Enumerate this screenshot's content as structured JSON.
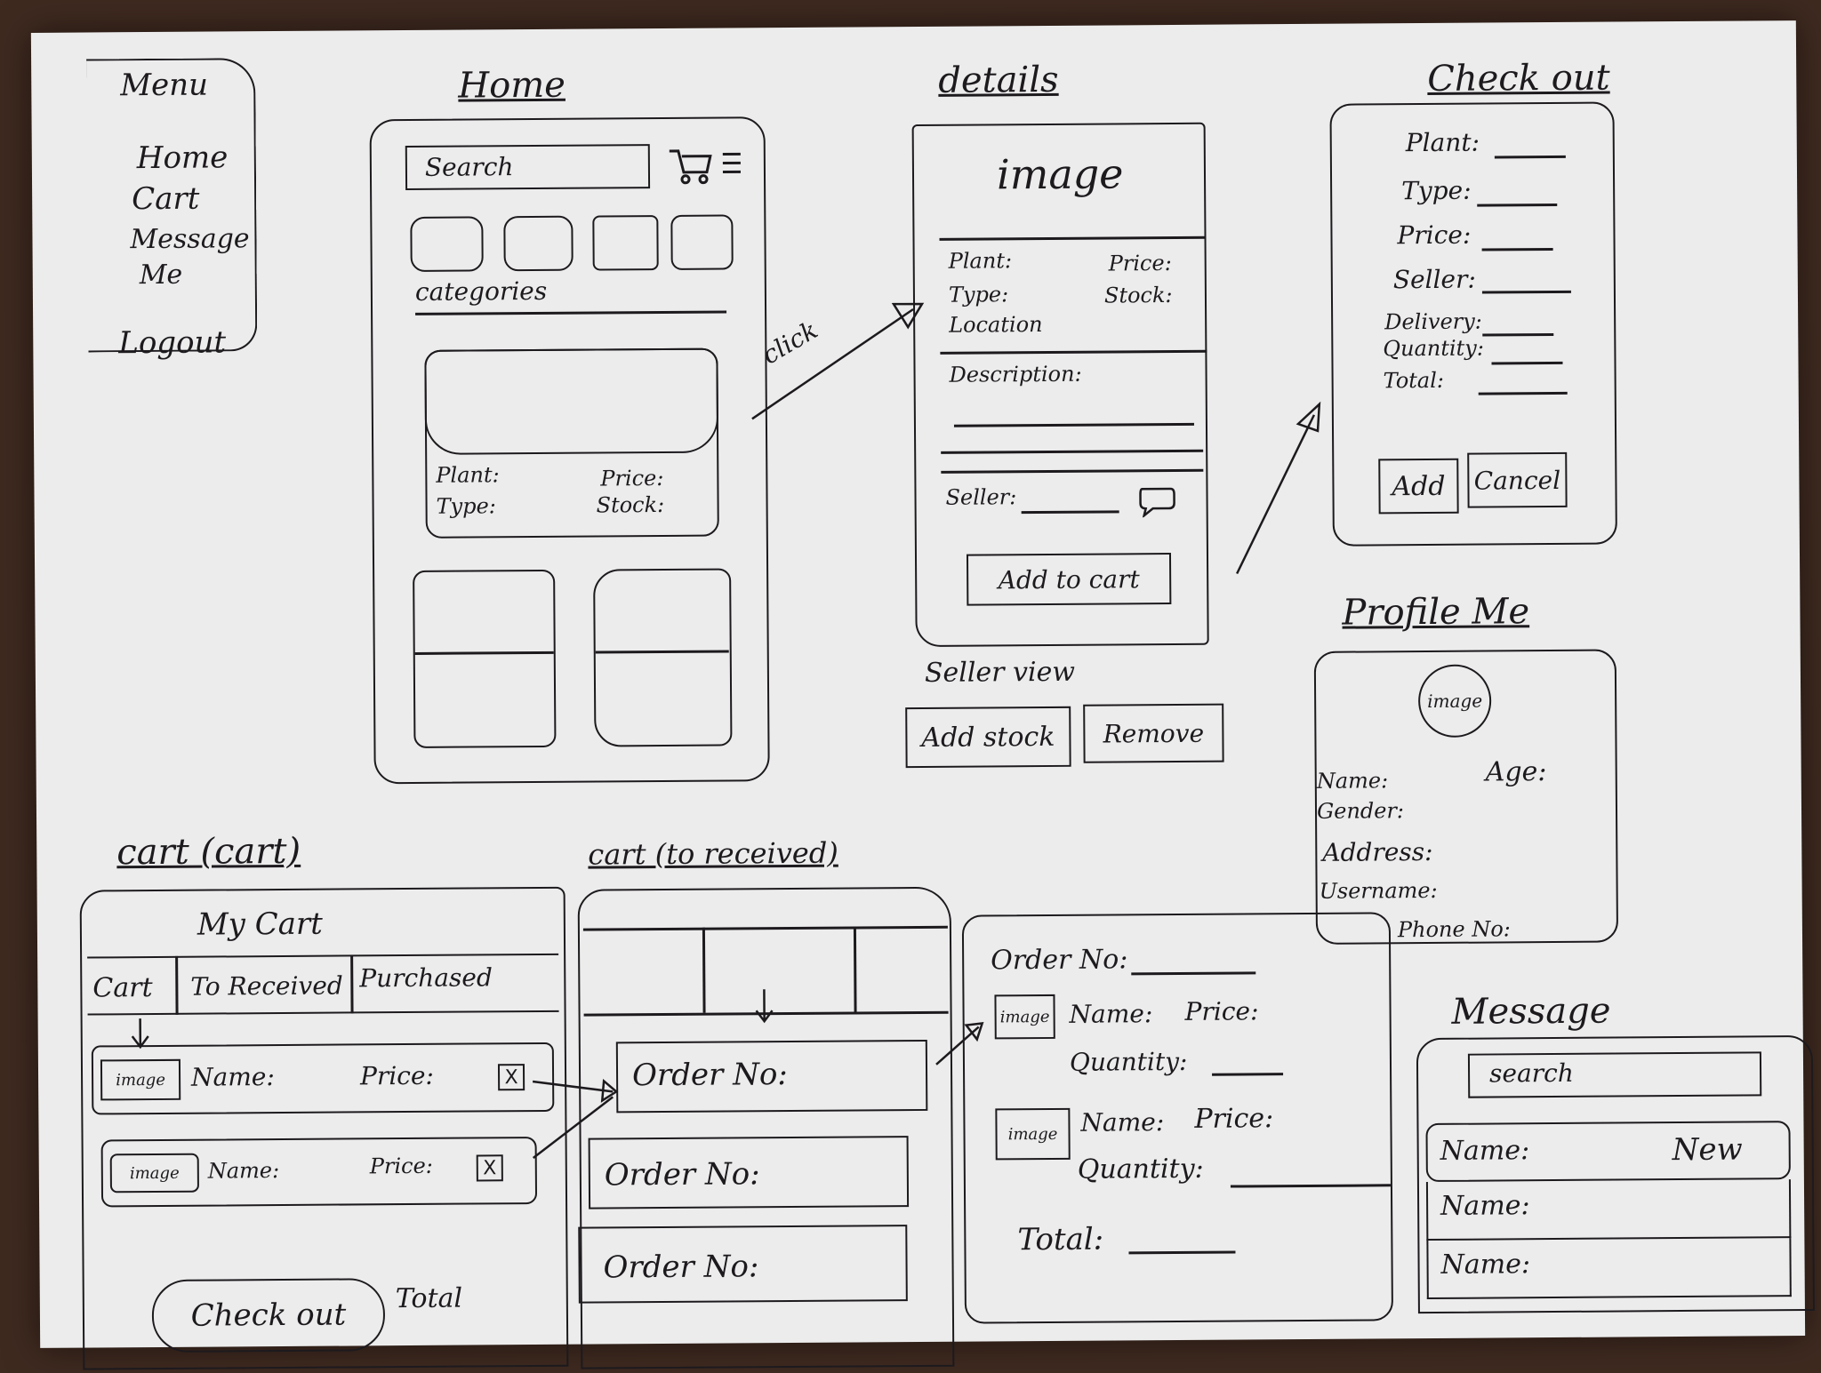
{
  "menu": {
    "title": "Menu",
    "items": [
      "Home",
      "Cart",
      "Message",
      "Me"
    ],
    "logout": "Logout"
  },
  "home": {
    "title": "Home",
    "search": "Search",
    "categories": "categories",
    "click": "click",
    "card": {
      "plant": "Plant:",
      "price": "Price:",
      "type": "Type:",
      "stock": "Stock:"
    }
  },
  "details": {
    "title": "details",
    "image": "image",
    "plant": "Plant:",
    "price": "Price:",
    "type": "Type:",
    "stock": "Stock:",
    "location": "Location",
    "description": "Description:",
    "seller": "Seller:",
    "add_to_cart": "Add to cart",
    "seller_view": "Seller view",
    "add_stock": "Add stock",
    "remove": "Remove"
  },
  "checkout": {
    "title": "Check out",
    "fields": [
      "Plant:",
      "Type:",
      "Price:",
      "Seller:",
      "Delivery:",
      "Quantity:",
      "Total:"
    ],
    "add": "Add",
    "cancel": "Cancel"
  },
  "profile": {
    "title": "Profile Me",
    "image": "image",
    "name": "Name:",
    "age": "Age:",
    "gender": "Gender:",
    "address": "Address:",
    "username": "Username:",
    "phone": "Phone No:"
  },
  "cart": {
    "title": "cart (cart)",
    "heading": "My Cart",
    "tabs": [
      "Cart",
      "To Received",
      "Purchased"
    ],
    "image": "image",
    "name": "Name:",
    "price": "Price:",
    "remove_x": "X",
    "checkout": "Check out",
    "total": "Total"
  },
  "received": {
    "title": "cart (to received)",
    "order": "Order No:"
  },
  "order_detail": {
    "order": "Order No:",
    "image": "image",
    "name": "Name:",
    "price": "Price:",
    "quantity": "Quantity:",
    "total": "Total:"
  },
  "message": {
    "title": "Message",
    "search": "search",
    "name": "Name:",
    "new": "New"
  }
}
